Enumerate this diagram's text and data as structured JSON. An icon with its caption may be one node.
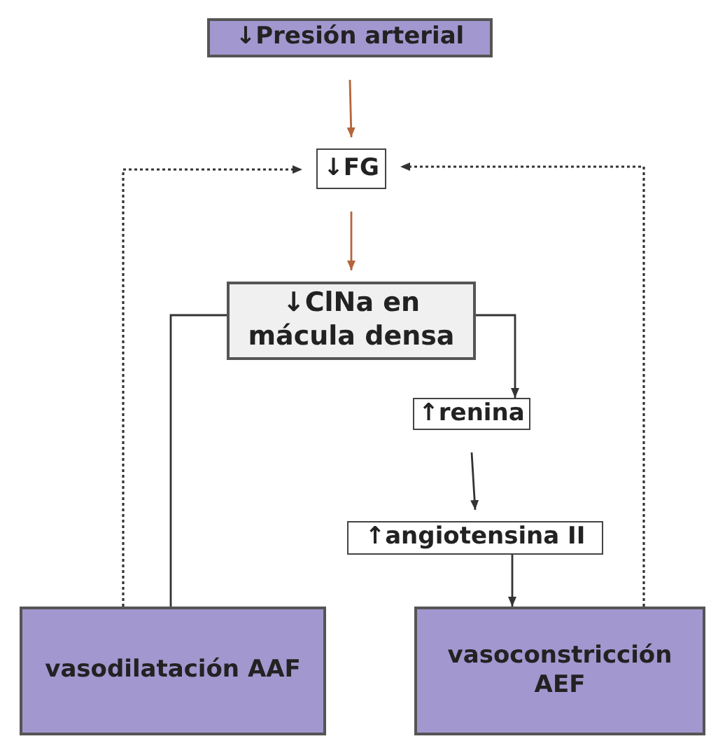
{
  "diagram": {
    "nodes": [
      {
        "text": [
          "↓Presión arterial"
        ]
      },
      {
        "text": [
          "↓FG"
        ]
      },
      {
        "text": [
          "↓ClNa en mácula densa"
        ]
      },
      {
        "text": [
          "↑renina"
        ]
      },
      {
        "text": [
          "↑angiotensina II"
        ]
      },
      {
        "text": [
          "vasodilatación AAF"
        ]
      },
      {
        "text": [
          "vasoconstricción AEF"
        ]
      }
    ],
    "edges": [
      {
        "from": 0,
        "to": 1,
        "arrow": "to",
        "color": "#b5653a"
      },
      {
        "from": 1,
        "to": 2,
        "arrow": "to",
        "color": "#b5653a"
      },
      {
        "from": 2,
        "to": 3,
        "arrow": "to"
      },
      {
        "from": 3,
        "to": 4,
        "arrow": "to"
      },
      {
        "from": 4,
        "to": 6,
        "arrow": "to"
      },
      {
        "from": 2,
        "to": 5,
        "arrow": "none"
      },
      {
        "from": 5,
        "to": 1,
        "arrow": "to",
        "style": "dashed"
      },
      {
        "from": 6,
        "to": 1,
        "arrow": "to",
        "style": "dashed"
      }
    ]
  }
}
